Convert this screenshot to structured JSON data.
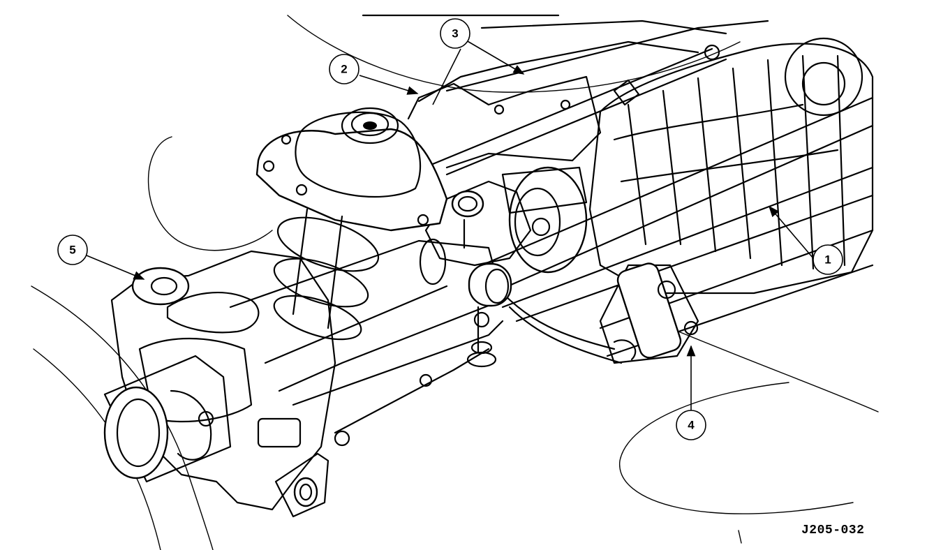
{
  "figure": {
    "code": "J205-032",
    "callouts": [
      "1",
      "2",
      "3",
      "4",
      "5"
    ]
  }
}
